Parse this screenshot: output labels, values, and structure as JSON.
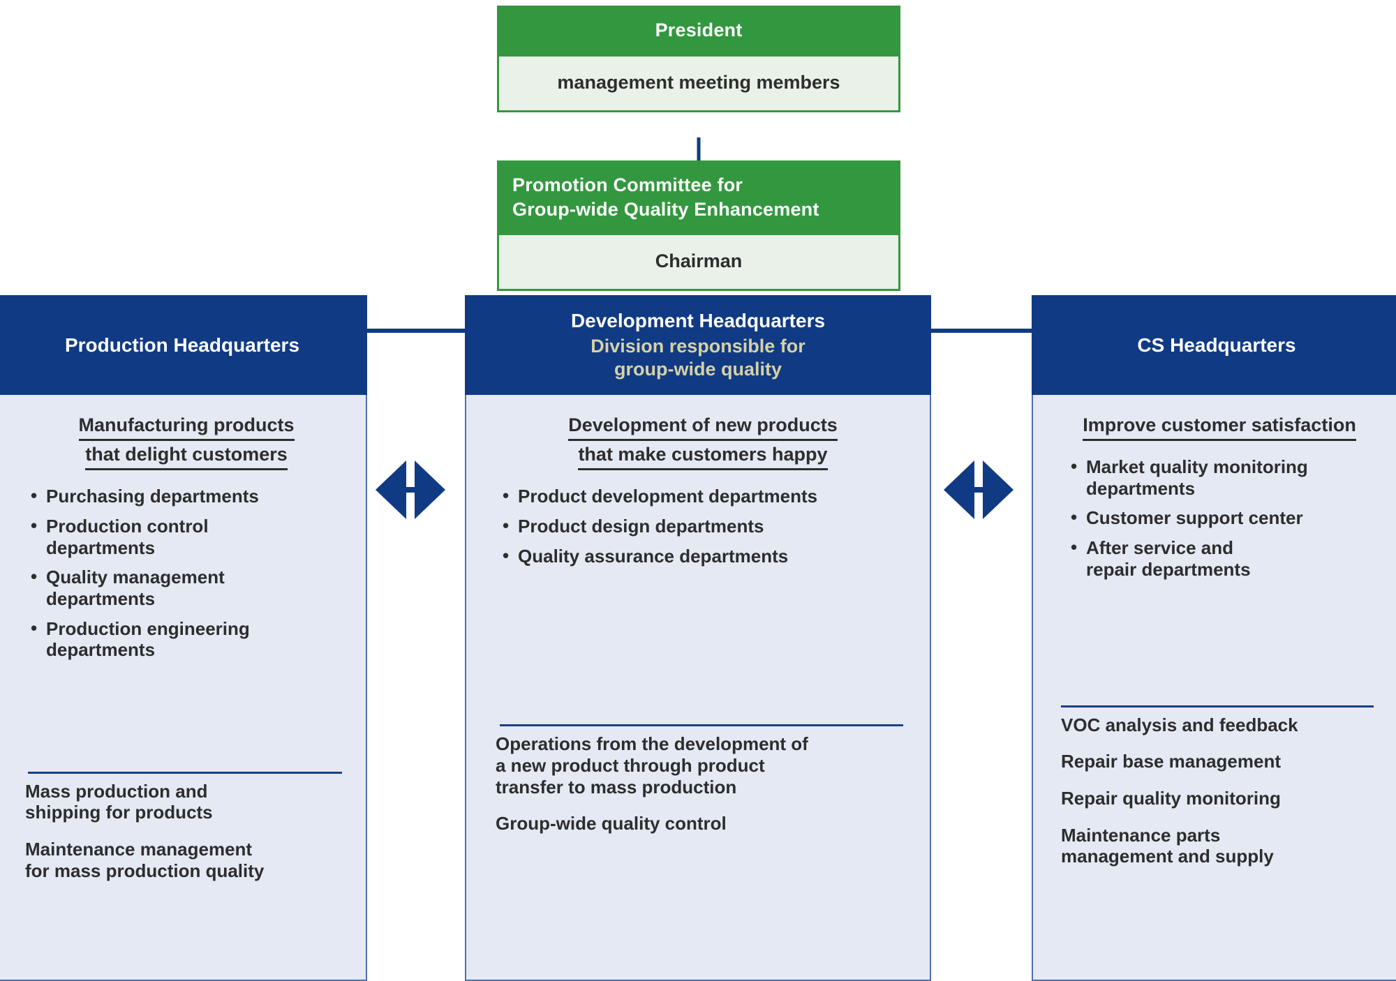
{
  "colors": {
    "green": "#33973F",
    "green_light": "#E9F1E8",
    "blue": "#113A84",
    "blue_light": "#E5E9F3",
    "khaki": "#D6D2A4",
    "text": "#2D2D2D"
  },
  "top": {
    "president": {
      "title": "President",
      "subtitle": "management meeting members"
    },
    "committee": {
      "title_line1": "Promotion Committee for",
      "title_line2": "Group-wide Quality Enhancement",
      "subtitle": "Chairman"
    }
  },
  "headquarters": [
    {
      "id": "production",
      "title": "Production Headquarters",
      "subtitle": "",
      "lead_line1": "Manufacturing products",
      "lead_line2": "that delight customers",
      "departments": [
        "Purchasing departments",
        "Production control\ndepartments",
        "Quality management\ndepartments",
        "Production engineering\ndepartments"
      ],
      "notes": [
        "Mass production and\nshipping for products",
        "Maintenance management\nfor mass production quality"
      ]
    },
    {
      "id": "development",
      "title": "Development Headquarters",
      "subtitle": "Division responsible for\ngroup-wide quality",
      "lead_line1": "Development of new products",
      "lead_line2": "that make customers happy",
      "departments": [
        "Product development departments",
        "Product design departments",
        "Quality assurance departments"
      ],
      "notes": [
        "Operations from the development of\na new product through product\ntransfer to mass production",
        "Group-wide quality control"
      ]
    },
    {
      "id": "cs",
      "title": "CS Headquarters",
      "subtitle": "",
      "lead_line1": "Improve customer satisfaction",
      "lead_line2": "",
      "departments": [
        "Market quality monitoring\ndepartments",
        "Customer support center",
        "After service and\nrepair departments"
      ],
      "notes": [
        "VOC analysis and feedback",
        "Repair base management",
        "Repair quality monitoring",
        "Maintenance parts\nmanagement and supply"
      ]
    }
  ],
  "connectors": {
    "arrow_left_name": "bidirectional-arrow-production-development",
    "arrow_right_name": "bidirectional-arrow-development-cs"
  }
}
